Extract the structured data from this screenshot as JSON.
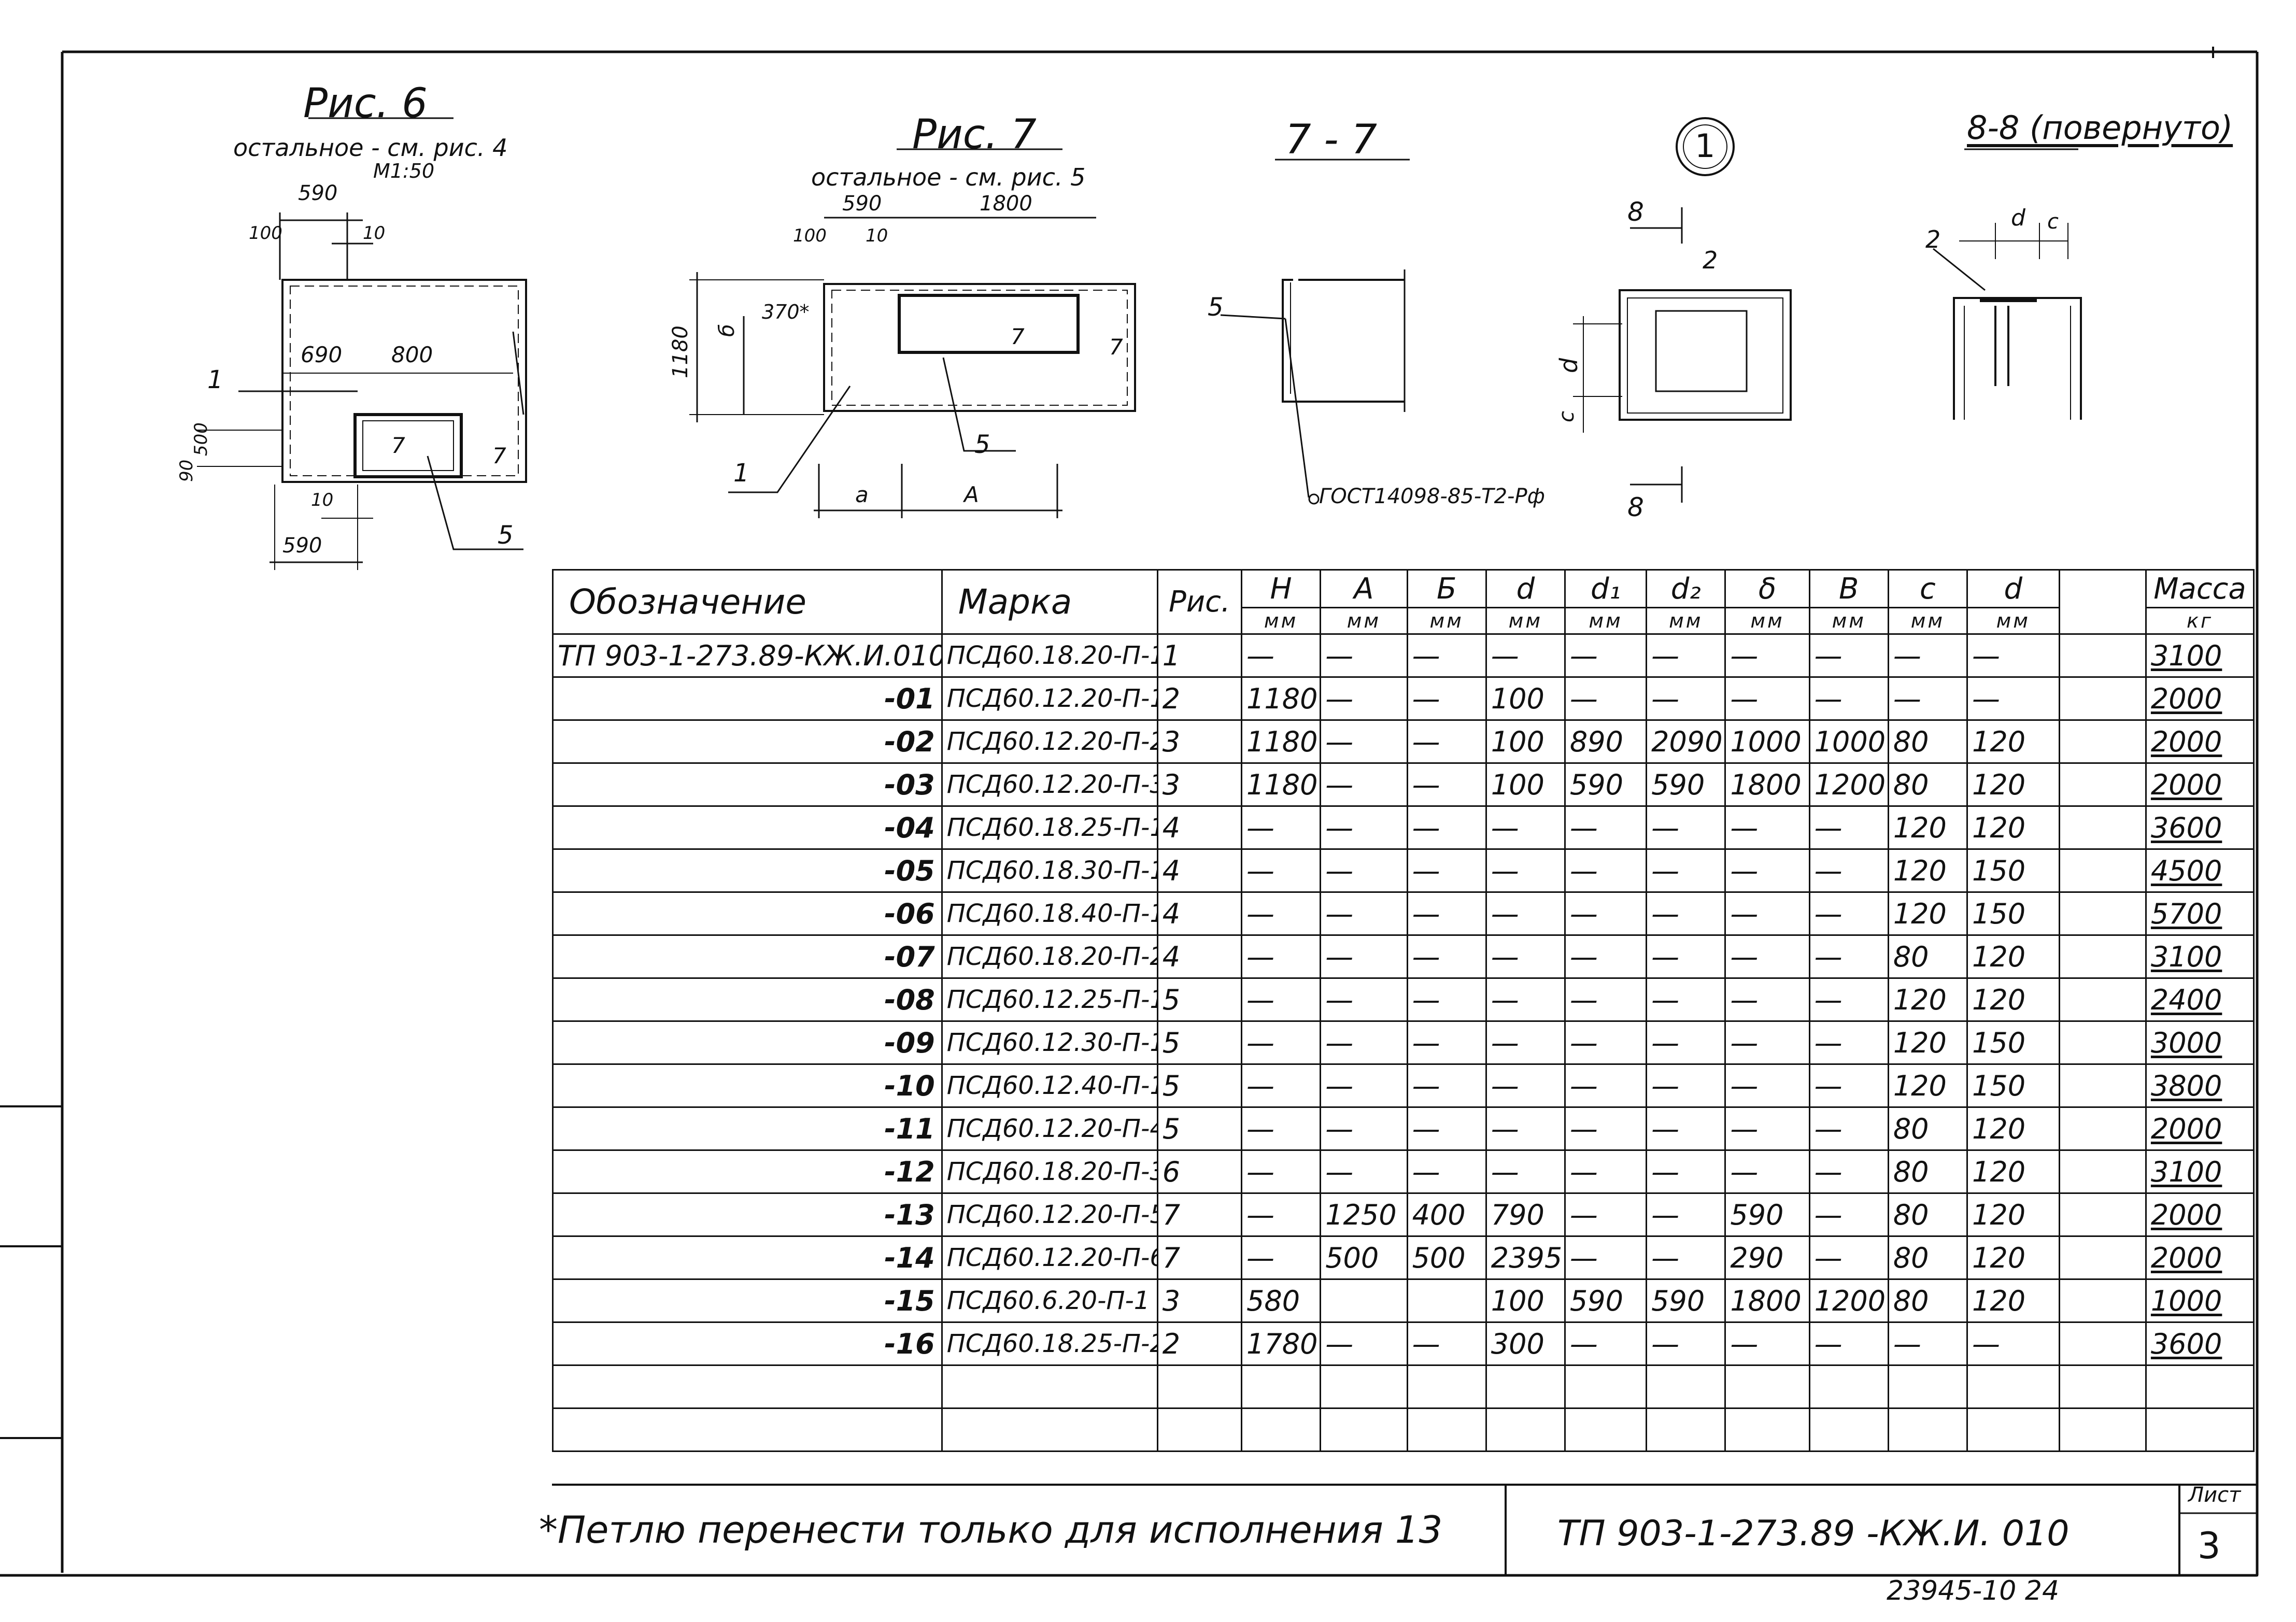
{
  "figures": {
    "fig6": {
      "title": "Рис. 6",
      "note": "остальное - см. рис. 4",
      "scale": "М1:50",
      "dims": {
        "top_590": "590",
        "d100": "100",
        "d10": "10",
        "d690": "690",
        "d800": "800",
        "d90": "90",
        "d500": "500",
        "bot_10": "10",
        "bot_590": "590"
      },
      "callouts": {
        "c1": "1",
        "c5": "5",
        "c7a": "7",
        "c7b": "7"
      }
    },
    "fig7": {
      "title": "Рис. 7",
      "note": "остальное - см. рис. 5",
      "dims": {
        "d590": "590",
        "d1800": "1800",
        "d100": "100",
        "d10": "10",
        "d1180": "1180",
        "d_b": "б",
        "d370": "370*",
        "d_a": "а",
        "d_A": "А"
      },
      "callouts": {
        "c1": "1",
        "c5": "5",
        "c7a": "7",
        "c7b": "7"
      }
    },
    "sec77": {
      "title": "7 - 7",
      "callout5": "5",
      "gost": "ГОСТ14098-85-Т2-Рф"
    },
    "node1": {
      "title": "1",
      "cut8_top": "8",
      "cut8_bot": "8",
      "callout2": "2",
      "dim_d": "d",
      "dim_c": "c"
    },
    "sec88": {
      "title": "8-8 (повернуто)",
      "callout2": "2",
      "dim_d": "d",
      "dim_c": "c"
    }
  },
  "table": {
    "headers": [
      "Обозначение",
      "Марка",
      "Рис.",
      "Н",
      "А",
      "Б",
      "d",
      "d₁",
      "d₂",
      "δ",
      "B",
      "c",
      "d",
      "",
      "Масса"
    ],
    "units": [
      "",
      "",
      "",
      "мм",
      "мм",
      "мм",
      "мм",
      "мм",
      "мм",
      "мм",
      "мм",
      "мм",
      "мм",
      "",
      "кг"
    ],
    "rows": [
      [
        "ТП 903-1-273.89-КЖ.И.010",
        "ПСД60.18.20-П-1",
        "1",
        "—",
        "—",
        "—",
        "—",
        "—",
        "—",
        "—",
        "—",
        "—",
        "—",
        "",
        "3100"
      ],
      [
        "-01",
        "ПСД60.12.20-П-1",
        "2",
        "1180",
        "—",
        "—",
        "100",
        "—",
        "—",
        "—",
        "—",
        "—",
        "—",
        "",
        "2000"
      ],
      [
        "-02",
        "ПСД60.12.20-П-2",
        "3",
        "1180",
        "—",
        "—",
        "100",
        "890",
        "2090",
        "1000",
        "1000",
        "80",
        "120",
        "",
        "2000"
      ],
      [
        "-03",
        "ПСД60.12.20-П-3",
        "3",
        "1180",
        "—",
        "—",
        "100",
        "590",
        "590",
        "1800",
        "1200",
        "80",
        "120",
        "",
        "2000"
      ],
      [
        "-04",
        "ПСД60.18.25-П-1",
        "4",
        "—",
        "—",
        "—",
        "—",
        "—",
        "—",
        "—",
        "—",
        "120",
        "120",
        "",
        "3600"
      ],
      [
        "-05",
        "ПСД60.18.30-П-1",
        "4",
        "—",
        "—",
        "—",
        "—",
        "—",
        "—",
        "—",
        "—",
        "120",
        "150",
        "",
        "4500"
      ],
      [
        "-06",
        "ПСД60.18.40-П-1",
        "4",
        "—",
        "—",
        "—",
        "—",
        "—",
        "—",
        "—",
        "—",
        "120",
        "150",
        "",
        "5700"
      ],
      [
        "-07",
        "ПСД60.18.20-П-2",
        "4",
        "—",
        "—",
        "—",
        "—",
        "—",
        "—",
        "—",
        "—",
        "80",
        "120",
        "",
        "3100"
      ],
      [
        "-08",
        "ПСД60.12.25-П-1",
        "5",
        "—",
        "—",
        "—",
        "—",
        "—",
        "—",
        "—",
        "—",
        "120",
        "120",
        "",
        "2400"
      ],
      [
        "-09",
        "ПСД60.12.30-П-1",
        "5",
        "—",
        "—",
        "—",
        "—",
        "—",
        "—",
        "—",
        "—",
        "120",
        "150",
        "",
        "3000"
      ],
      [
        "-10",
        "ПСД60.12.40-П-1",
        "5",
        "—",
        "—",
        "—",
        "—",
        "—",
        "—",
        "—",
        "—",
        "120",
        "150",
        "",
        "3800"
      ],
      [
        "-11",
        "ПСД60.12.20-П-4",
        "5",
        "—",
        "—",
        "—",
        "—",
        "—",
        "—",
        "—",
        "—",
        "80",
        "120",
        "",
        "2000"
      ],
      [
        "-12",
        "ПСД60.18.20-П-3",
        "6",
        "—",
        "—",
        "—",
        "—",
        "—",
        "—",
        "—",
        "—",
        "80",
        "120",
        "",
        "3100"
      ],
      [
        "-13",
        "ПСД60.12.20-П-5",
        "7",
        "—",
        "1250",
        "400",
        "790",
        "—",
        "—",
        "590",
        "—",
        "80",
        "120",
        "",
        "2000"
      ],
      [
        "-14",
        "ПСД60.12.20-П-6",
        "7",
        "—",
        "500",
        "500",
        "2395",
        "—",
        "—",
        "290",
        "—",
        "80",
        "120",
        "",
        "2000"
      ],
      [
        "-15",
        "ПСД60.6.20-П-1",
        "3",
        "580",
        "",
        "",
        "100",
        "590",
        "590",
        "1800",
        "1200",
        "80",
        "120",
        "",
        "1000"
      ],
      [
        "-16",
        "ПСД60.18.25-П-2",
        "2",
        "1780",
        "—",
        "—",
        "300",
        "—",
        "—",
        "—",
        "—",
        "—",
        "—",
        "",
        "3600"
      ],
      [
        "",
        "",
        "",
        "",
        "",
        "",
        "",
        "",
        "",
        "",
        "",
        "",
        "",
        "",
        ""
      ],
      [
        "",
        "",
        "",
        "",
        "",
        "",
        "",
        "",
        "",
        "",
        "",
        "",
        "",
        "",
        ""
      ]
    ]
  },
  "footer": {
    "note": "*Петлю перенести только для исполнения 13",
    "code": "ТП 903-1-273.89 -КЖ.И. 010",
    "sheet_label": "Лист",
    "sheet_number": "3",
    "stamp": "23945-10 24"
  }
}
